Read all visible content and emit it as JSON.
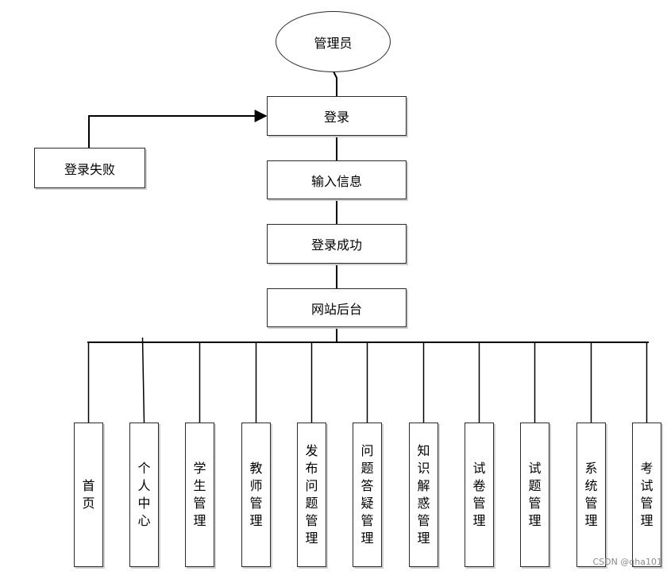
{
  "diagram": {
    "root": "管理员",
    "login": "登录",
    "login_fail": "登录失败",
    "input_info": "输入信息",
    "login_success": "登录成功",
    "backend": "网站后台",
    "modules": [
      "首页",
      "个人中心",
      "学生管理",
      "教师管理",
      "发布问题管理",
      "问题答疑管理",
      "知识解惑管理",
      "试卷管理",
      "试题管理",
      "系统管理",
      "考试管理"
    ]
  },
  "watermark": "CSDN @qha101"
}
